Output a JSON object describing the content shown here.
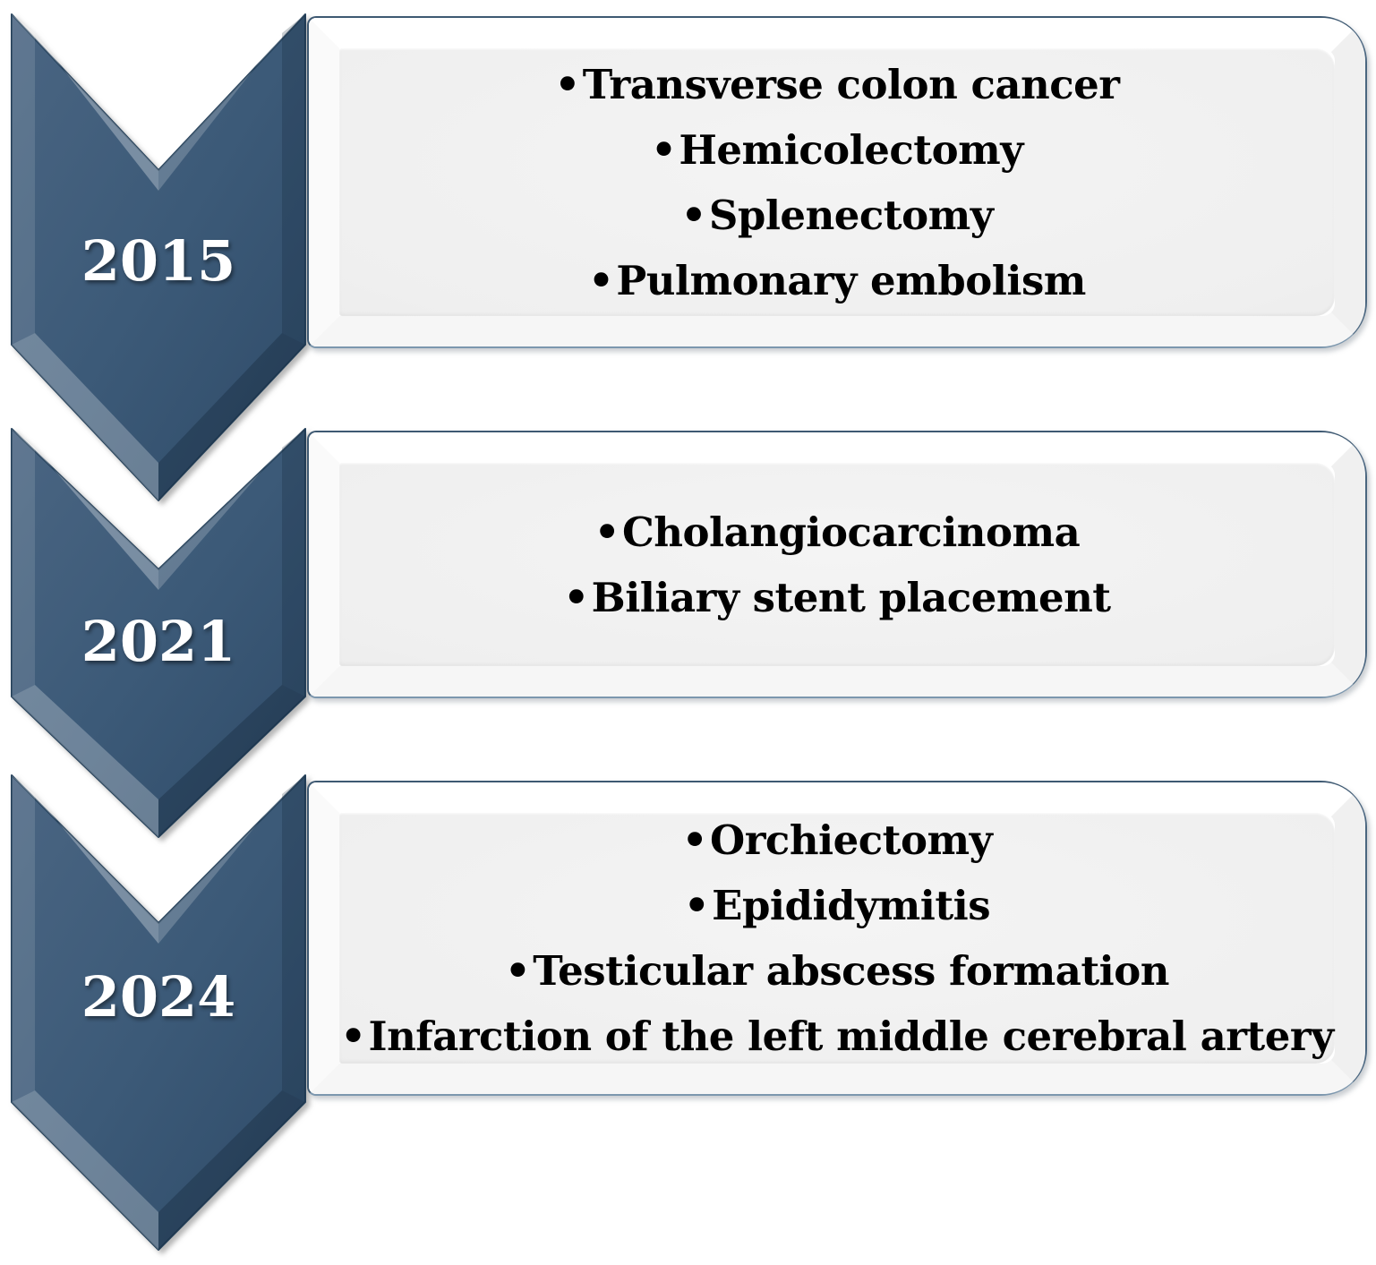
{
  "colors": {
    "chevron_face_top": "#4A6582",
    "chevron_face_mid": "#3C5A78",
    "chevron_face_bottom": "#2F4B68",
    "chevron_outline": "#24405A",
    "box_border": "#3E5972",
    "box_border_bottom": "#7C97AE",
    "box_frame": "#FFFFFF",
    "box_face": "#EFEFEF",
    "event_text": "#000000",
    "year_text": "#FFFFFF"
  },
  "timeline": {
    "bullet": "•",
    "items": [
      {
        "year": "2015",
        "events": [
          "Transverse colon cancer",
          "Hemicolectomy",
          "Splenectomy",
          "Pulmonary embolism"
        ]
      },
      {
        "year": "2021",
        "events": [
          "Cholangiocarcinoma",
          "Biliary stent placement"
        ]
      },
      {
        "year": "2024",
        "events": [
          "Orchiectomy",
          "Epididymitis",
          "Testicular abscess formation",
          "Infarction of the left middle cerebral artery"
        ]
      }
    ]
  }
}
